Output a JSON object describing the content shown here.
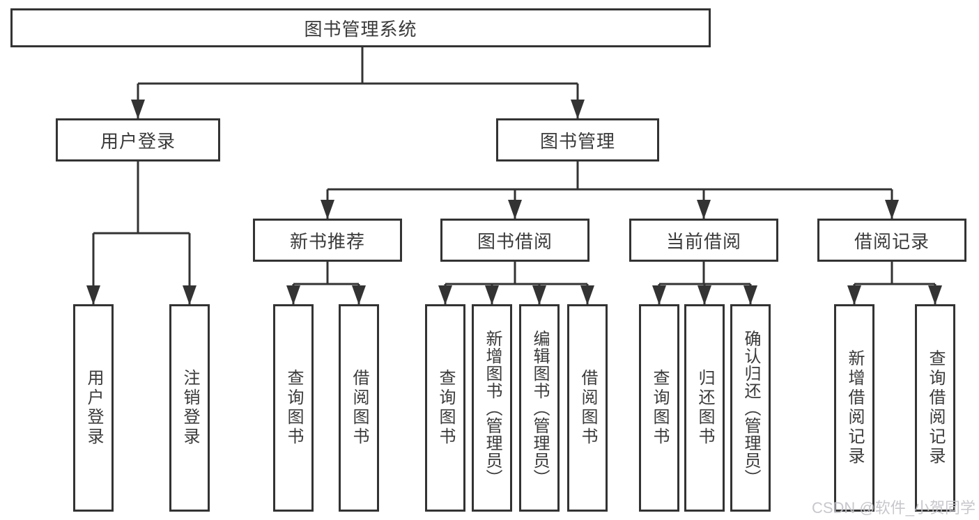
{
  "tree": {
    "label": "图书管理系统",
    "children": [
      {
        "label": "用户登录",
        "children": [
          {
            "label": "用户登录"
          },
          {
            "label": "注销登录"
          }
        ]
      },
      {
        "label": "图书管理",
        "children": [
          {
            "label": "新书推荐",
            "children": [
              {
                "label": "查询图书"
              },
              {
                "label": "借阅图书"
              }
            ]
          },
          {
            "label": "图书借阅",
            "children": [
              {
                "label": "查询图书"
              },
              {
                "label": "新增图书（管理员）"
              },
              {
                "label": "编辑图书（管理员）"
              },
              {
                "label": "借阅图书"
              }
            ]
          },
          {
            "label": "当前借阅",
            "children": [
              {
                "label": "查询图书"
              },
              {
                "label": "归还图书"
              },
              {
                "label": "确认归还（管理员）"
              }
            ]
          },
          {
            "label": "借阅记录",
            "children": [
              {
                "label": "新增借阅记录"
              },
              {
                "label": "查询借阅记录"
              }
            ]
          }
        ]
      }
    ]
  },
  "watermark": {
    "text": "CSDN @软件_小贺同学"
  },
  "colors": {
    "line": "#333333",
    "box_border": "#333333",
    "box_fill": "#ffffff",
    "text": "#3a3a3a",
    "watermark": "#c3c3c9",
    "background": "#ffffff"
  }
}
